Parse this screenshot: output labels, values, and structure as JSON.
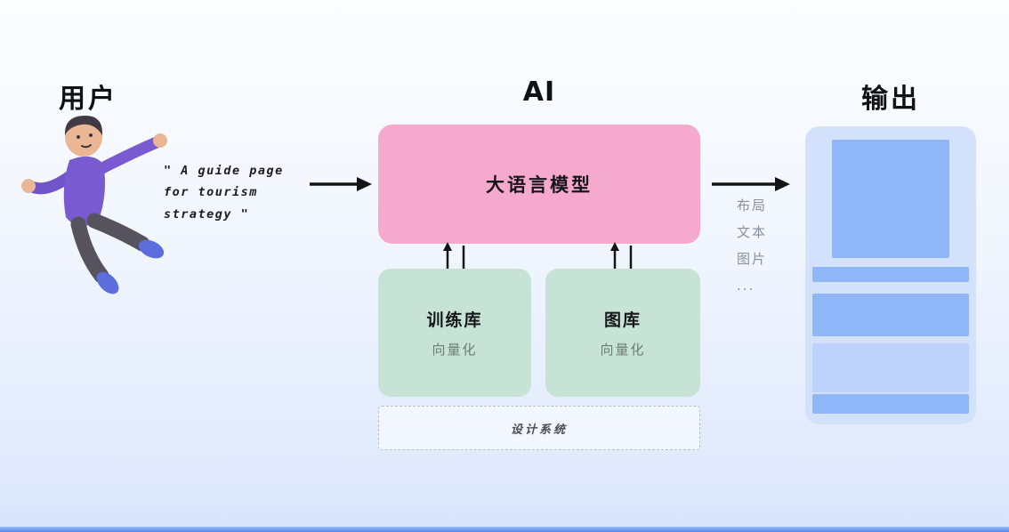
{
  "headings": {
    "user": "用户",
    "ai": "AI",
    "output": "输出"
  },
  "user_section": {
    "quote_lines": [
      "\" A guide page",
      "for tourism",
      "strategy \""
    ]
  },
  "ai_section": {
    "llm_label": "大语言模型",
    "training": {
      "title": "训练库",
      "subtitle": "向量化"
    },
    "gallery": {
      "title": "图库",
      "subtitle": "向量化"
    },
    "design_system_label": "设计系统"
  },
  "output_section": {
    "labels": [
      "布局",
      "文本",
      "图片",
      "..."
    ]
  },
  "colors": {
    "llm_box": "#f4a9cd",
    "library_box": "#c6e3d5",
    "output_panel": "#d3e1fb",
    "output_block": "#8fb6f6",
    "output_block_light": "#bdd2fa",
    "arrow": "#141414",
    "muted_text": "#8b919c"
  }
}
